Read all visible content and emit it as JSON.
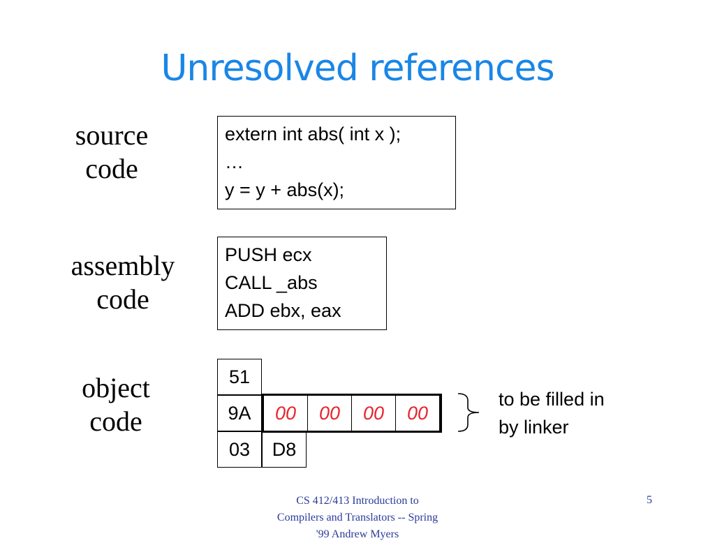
{
  "title": "Unresolved references",
  "sections": {
    "source": {
      "label": [
        "source",
        "code"
      ],
      "code": [
        "extern int abs( int x );",
        "…",
        "y = y + abs(x);"
      ]
    },
    "assembly": {
      "label": [
        "assembly",
        "code"
      ],
      "code": [
        "PUSH ecx",
        "CALL _abs",
        "ADD ebx, eax"
      ]
    },
    "object": {
      "label": [
        "object",
        "code"
      ],
      "rows": [
        [
          "51"
        ],
        [
          "9A",
          "00",
          "00",
          "00",
          "00"
        ],
        [
          "03",
          "D8"
        ]
      ],
      "note": [
        "to be filled in",
        "by linker"
      ]
    }
  },
  "footer": {
    "lines": [
      "CS 412/413 Introduction to",
      "Compilers and Translators -- Spring",
      "'99    Andrew Myers"
    ],
    "page": "5"
  },
  "colors": {
    "title": "#1a86e6",
    "placeholder_bytes": "#e6262e",
    "footer": "#2b3a9a"
  }
}
